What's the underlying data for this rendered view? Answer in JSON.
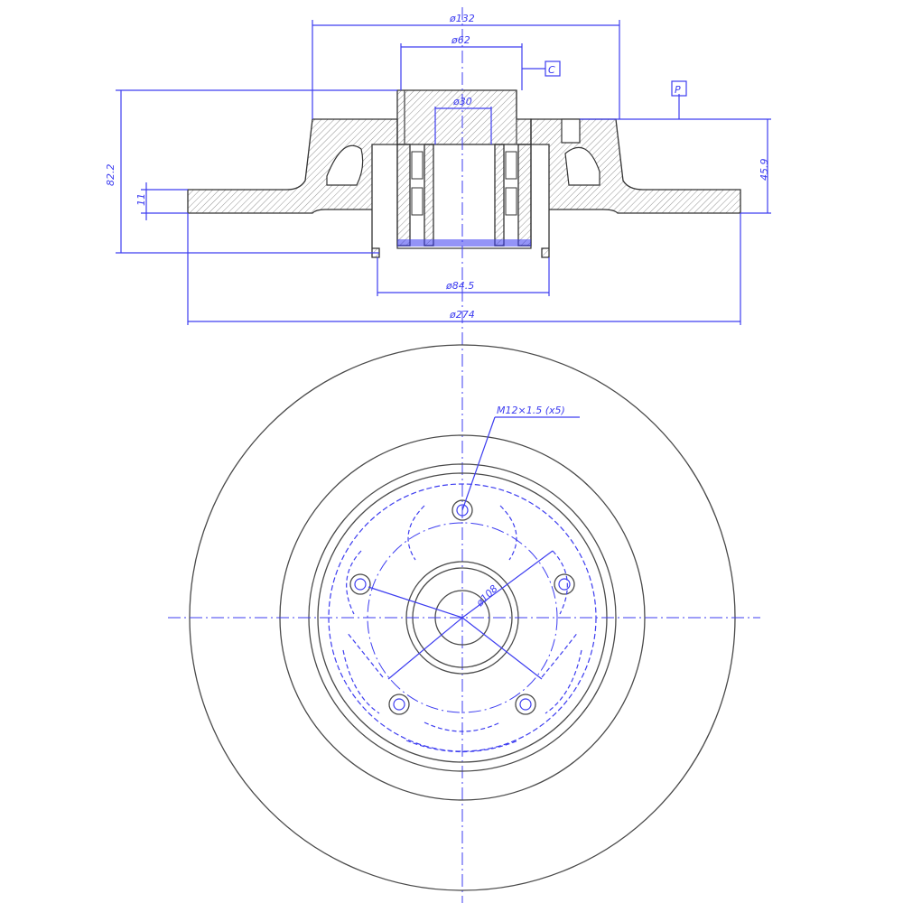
{
  "dimensions": {
    "d132": "ø132",
    "d62": "ø62",
    "d30": "ø30",
    "d845": "ø84.5",
    "d274": "ø274",
    "h822": "82.2",
    "h11": "11",
    "h459": "45.9",
    "d108": "ø108"
  },
  "labels": {
    "datum_c": "C",
    "datum_p": "P",
    "thread_callout": "M12×1.5 (x5)"
  },
  "colors": {
    "dimension": "#3d3df0",
    "outline": "#4a4a4a"
  }
}
